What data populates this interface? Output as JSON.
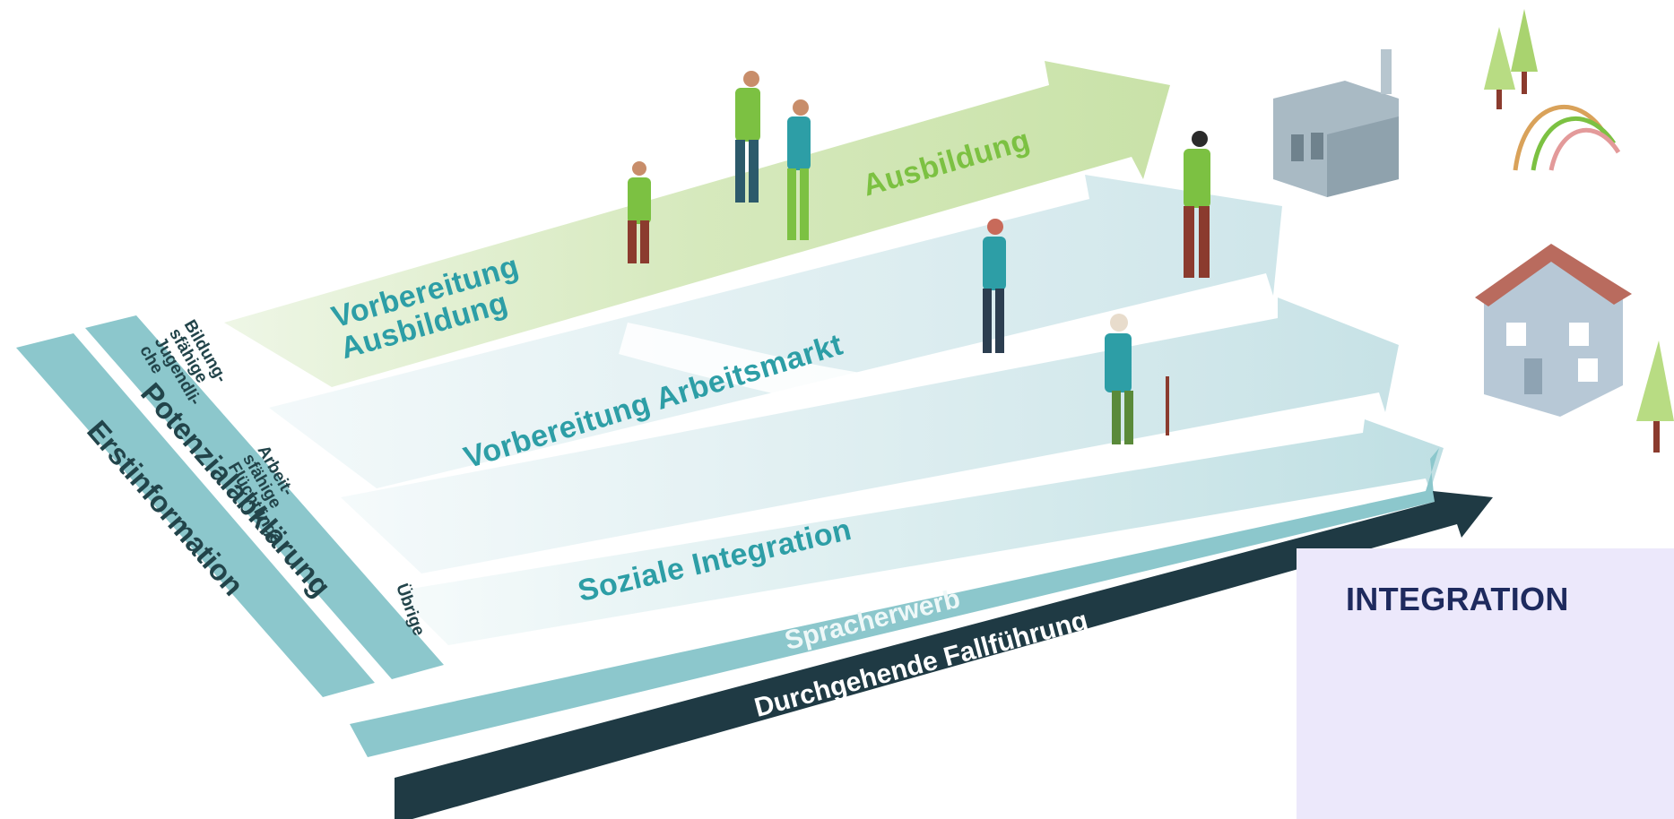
{
  "diagram": {
    "phases": {
      "erstinformation": "Erstinformation",
      "potenzialabklaerung": "Potenzialabklärung"
    },
    "groups": {
      "jugendliche": "Bildung-\nsfähige\nJugendli-\nche",
      "fluechtlinge": "Arbeit-\nsfähige\nFlüchtlinge",
      "uebrige": "Übrige"
    },
    "tracks": {
      "vorbereitung_ausbildung": "Vorbereitung\nAusbildung",
      "ausbildung": "Ausbildung",
      "vorbereitung_arbeitsmarkt": "Vorbereitung Arbeitsmarkt",
      "soziale_integration": "Soziale Integration",
      "spracherwerb": "Spracherwerb",
      "fallfuehrung": "Durchgehende Fallführung"
    }
  },
  "card": {
    "title": "INTEGRATION"
  },
  "colors": {
    "green_light": "#d3e7b6",
    "green_text": "#7cc142",
    "teal_light": "#d7ebee",
    "teal_mid": "#8cc7cc",
    "teal_text": "#2d9ea6",
    "dark_band": "#1f3a44",
    "card_bg": "#ece8fb",
    "card_title": "#1e2a5e"
  }
}
